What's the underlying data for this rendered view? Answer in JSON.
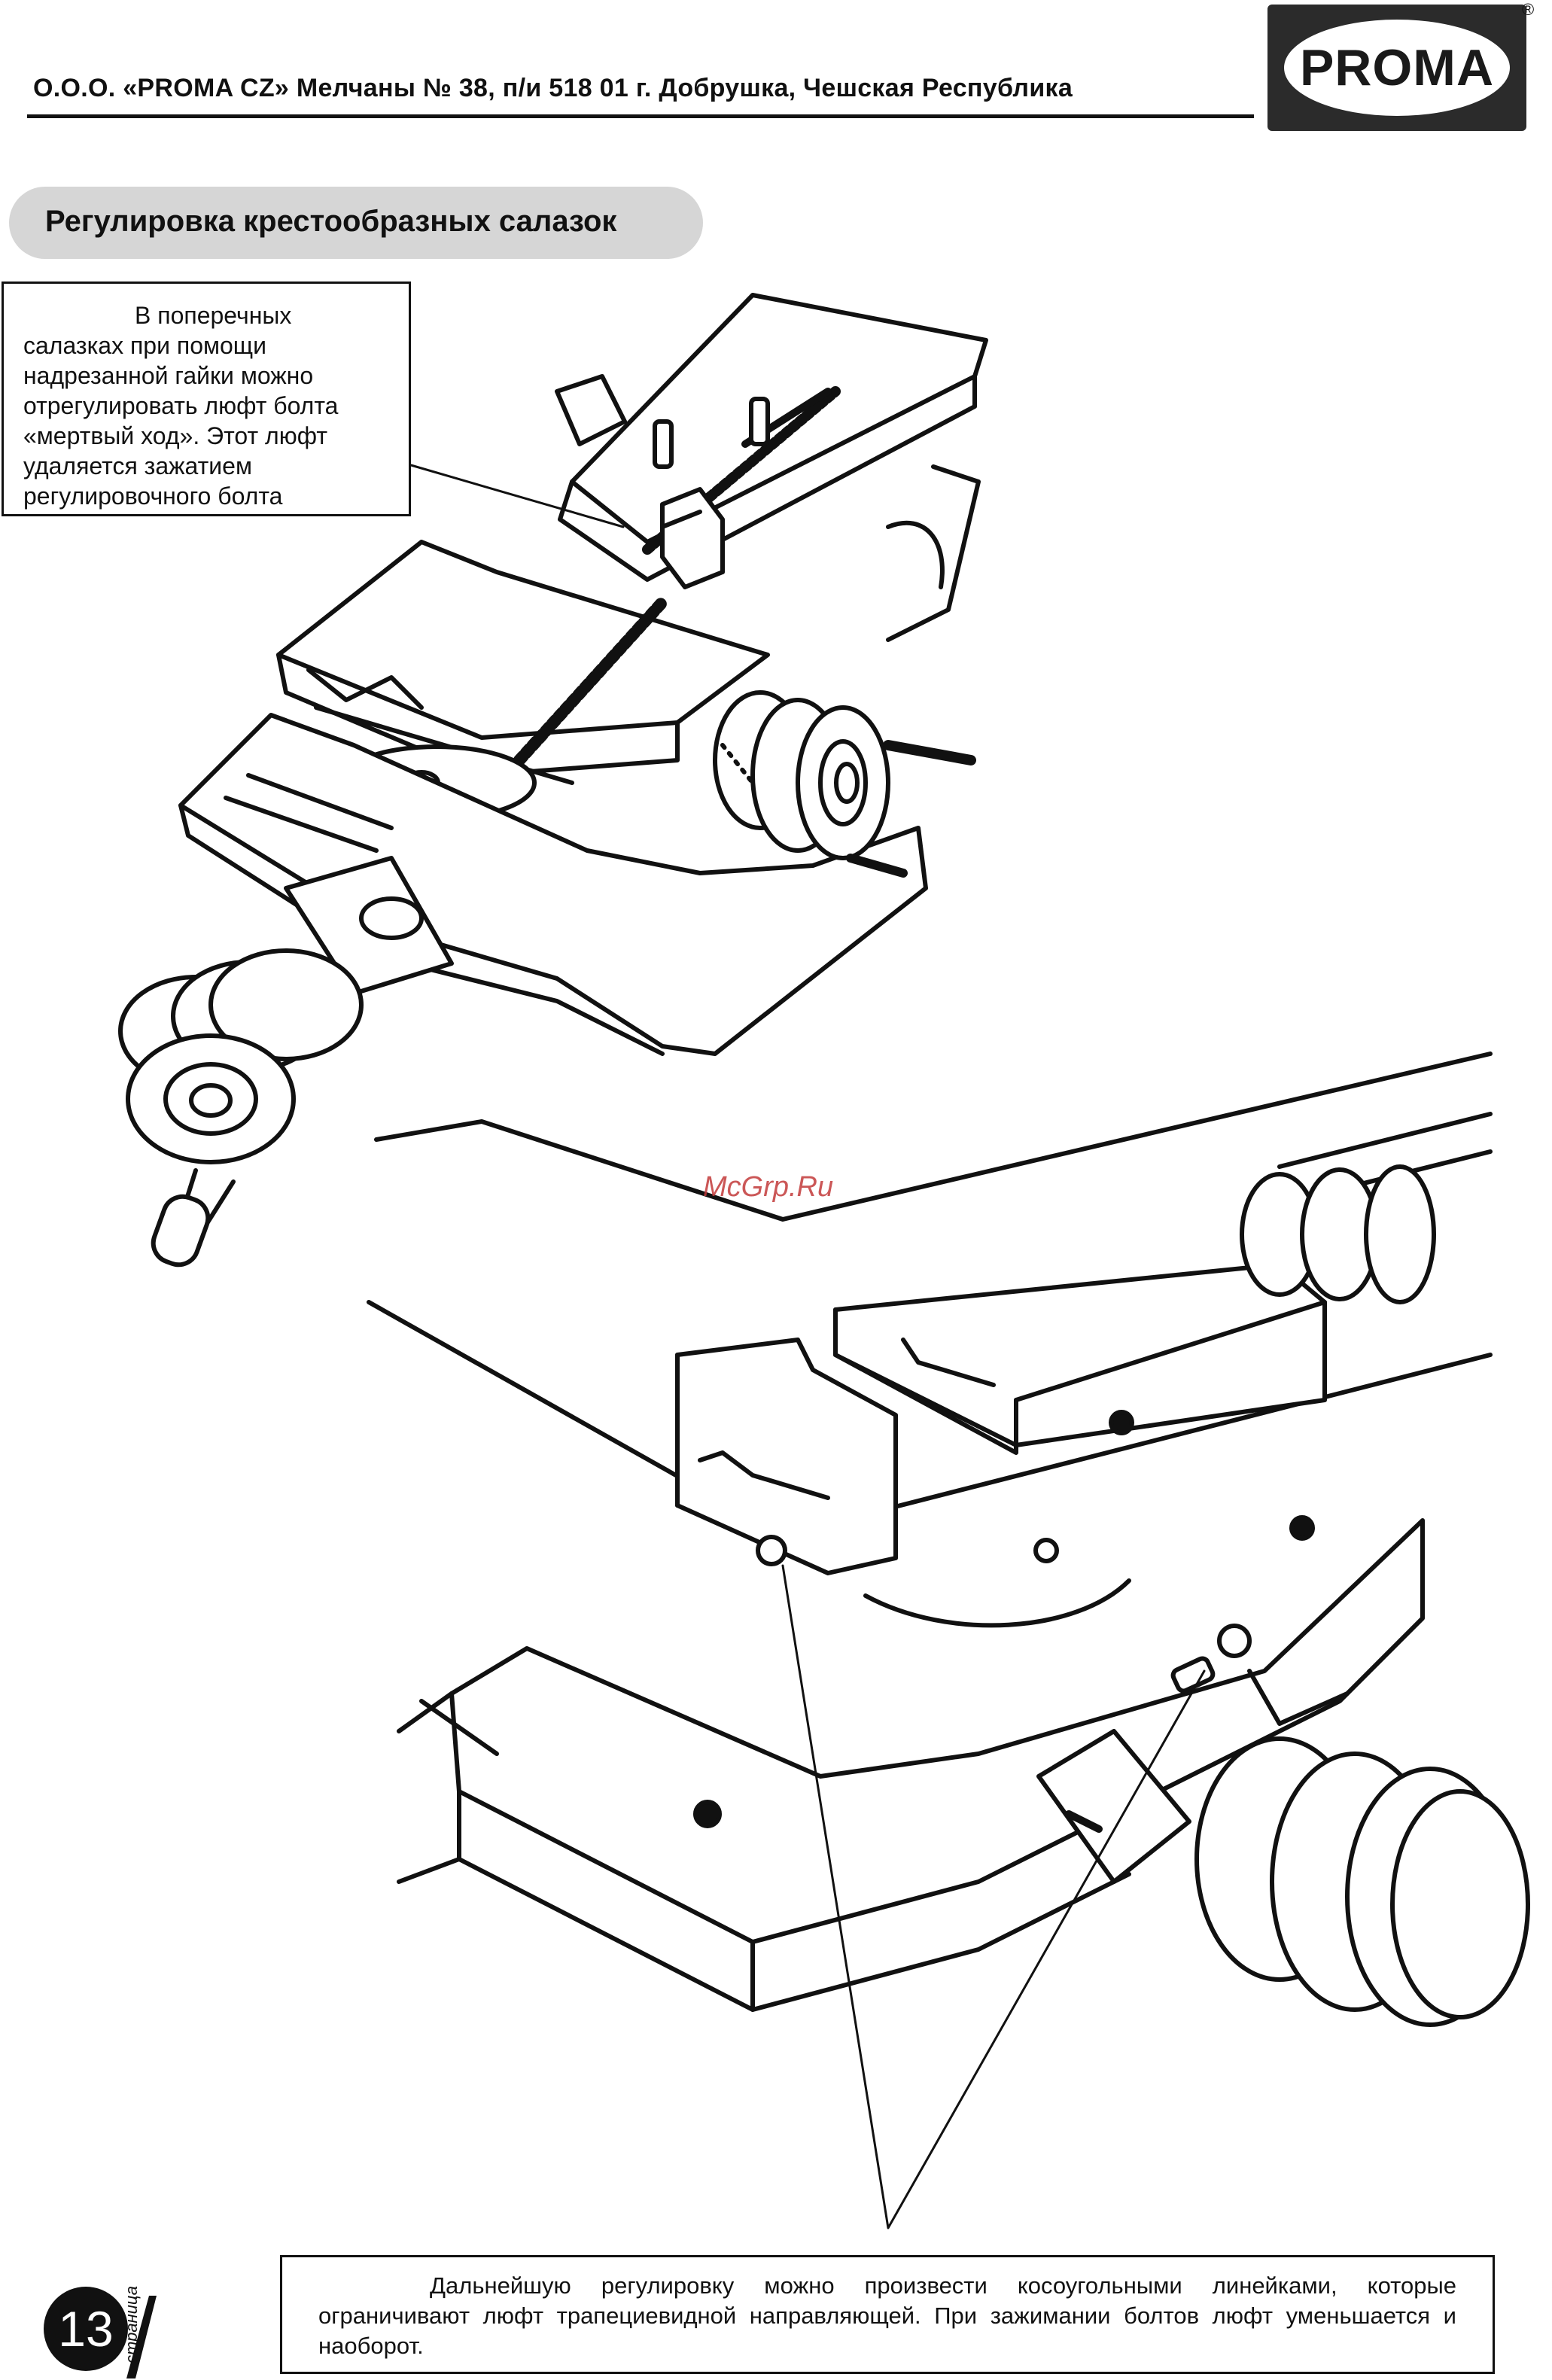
{
  "header": {
    "company_line": "О.О.О. «PROMA CZ» Мелчаны № 38, п/и 518 01 г. Добрушка, Чешская Республика",
    "logo_text": "PROMA",
    "registered_mark": "®"
  },
  "section": {
    "title": "Регулировка крестообразных салазок"
  },
  "note_top": {
    "lines": [
      "В поперечных",
      "салазках при помощи",
      "надрезанной гайки можно",
      "отрегулировать люфт болта",
      "«мертвый ход». Этот люфт",
      "удаляется зажатием",
      "регулировочного болта"
    ]
  },
  "watermark": "McGrp.Ru",
  "note_bottom": {
    "text": "Дальнейшую регулировку можно произвести косоугольными линейками, которые ограничивают люфт трапециевидной направляющей. При зажимании болтов люфт уменьшается и наоборот."
  },
  "footer": {
    "page_number": "13",
    "page_word": "страница"
  }
}
